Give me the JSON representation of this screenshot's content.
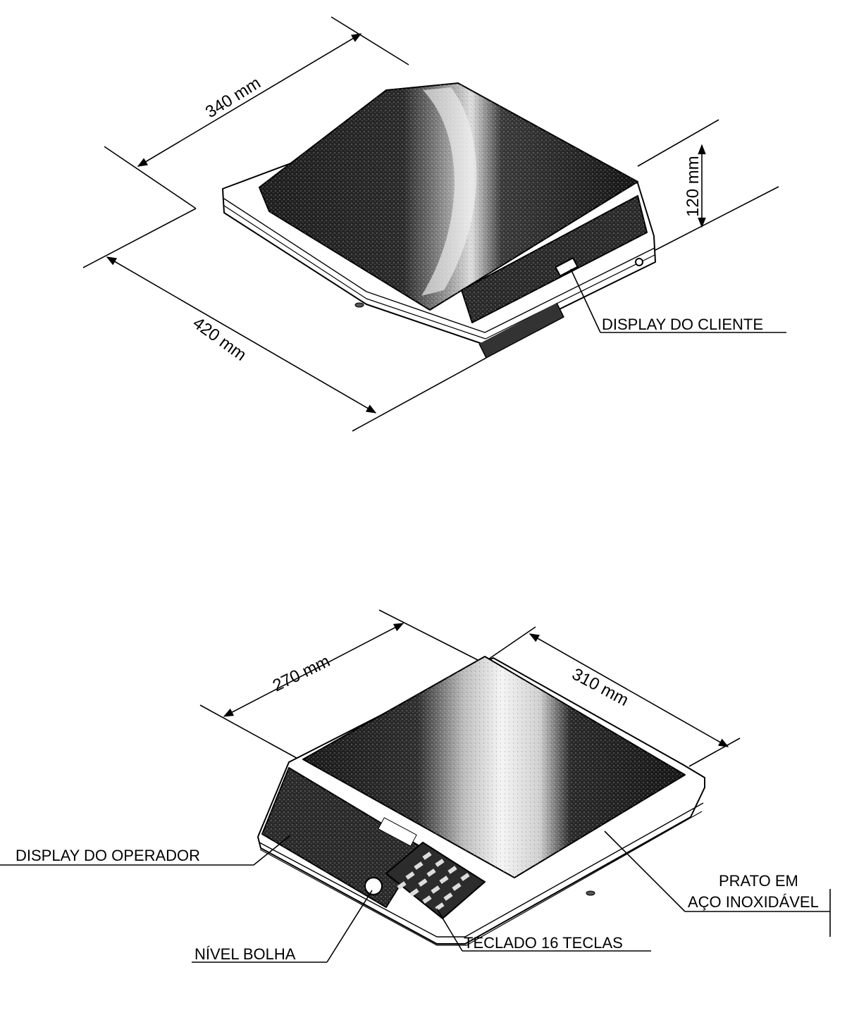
{
  "figure_top": {
    "dimensions": {
      "depth": "340 mm",
      "width": "420 mm",
      "height": "120 mm"
    },
    "labels": {
      "customer_display": "DISPLAY DO CLIENTE"
    }
  },
  "figure_bottom": {
    "dimensions": {
      "depth": "270 mm",
      "width": "310 mm"
    },
    "labels": {
      "operator_display": "DISPLAY DO OPERADOR",
      "bubble_level": "NÍVEL BOLHA",
      "keypad": "TECLADO 16 TECLAS",
      "platter_line1": "PRATO EM",
      "platter_line2": "AÇO INOXIDÁVEL"
    }
  },
  "colors": {
    "ink": "#000000",
    "paper": "#ffffff",
    "platter_dark": "#1e1e1e",
    "platter_highlight": "#f4f4f4"
  }
}
